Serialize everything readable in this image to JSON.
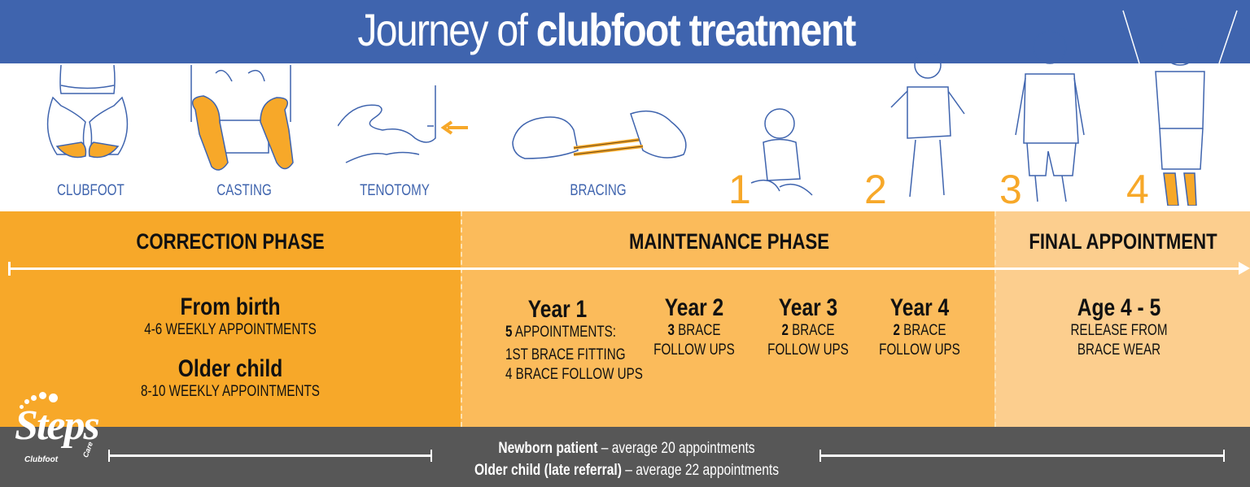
{
  "header": {
    "title_light": "Journey of ",
    "title_bold": "clubfoot treatment",
    "bg_color": "#3f64ae"
  },
  "illustrations": [
    {
      "label": "CLUBFOOT",
      "icon": "baby-feet-icon"
    },
    {
      "label": "CASTING",
      "icon": "casted-legs-icon"
    },
    {
      "label": "TENOTOMY",
      "icon": "heel-tenotomy-icon"
    },
    {
      "label": "BRACING",
      "icon": "foot-abduction-brace-icon"
    }
  ],
  "year_figures": [
    {
      "number": "1",
      "icon": "sitting-baby-icon"
    },
    {
      "number": "2",
      "icon": "toddler-walking-icon"
    },
    {
      "number": "3",
      "icon": "standing-child-icon"
    },
    {
      "number": "4",
      "icon": "child-arms-raised-icon"
    }
  ],
  "phases": [
    {
      "title": "CORRECTION PHASE",
      "color": "#f7a829"
    },
    {
      "title": "MAINTENANCE PHASE",
      "color": "#fbbb5b"
    },
    {
      "title": "FINAL APPOINTMENT",
      "color": "#fcce8e"
    }
  ],
  "correction": {
    "birth_heading": "From birth",
    "birth_text": "4-6  WEEKLY APPOINTMENTS",
    "older_heading": "Older child",
    "older_text": "8-10 WEEKLY APPOINTMENTS"
  },
  "maintenance": [
    {
      "heading": "Year 1",
      "count": "5",
      "line1": " APPOINTMENTS:",
      "line2": "1ST BRACE FITTING",
      "line3": "4 BRACE FOLLOW UPS"
    },
    {
      "heading": "Year 2",
      "count": "3",
      "line1": " BRACE",
      "line2": "FOLLOW UPS"
    },
    {
      "heading": "Year 3",
      "count": "2",
      "line1": " BRACE",
      "line2": "FOLLOW UPS"
    },
    {
      "heading": "Year 4",
      "count": "2",
      "line1": " BRACE",
      "line2": "FOLLOW UPS"
    }
  ],
  "final": {
    "heading": "Age 4 - 5",
    "line1": "RELEASE FROM",
    "line2": "BRACE WEAR"
  },
  "footer": {
    "newborn_bold": "Newborn patient",
    "newborn_rest": " – average 20 appointments",
    "older_bold": "Older child (late referral)",
    "older_rest": " – average 22 appointments",
    "bg_color": "#575757"
  },
  "logo": {
    "name": "Steps",
    "sub1": "Clubfoot",
    "sub2": "Care"
  }
}
